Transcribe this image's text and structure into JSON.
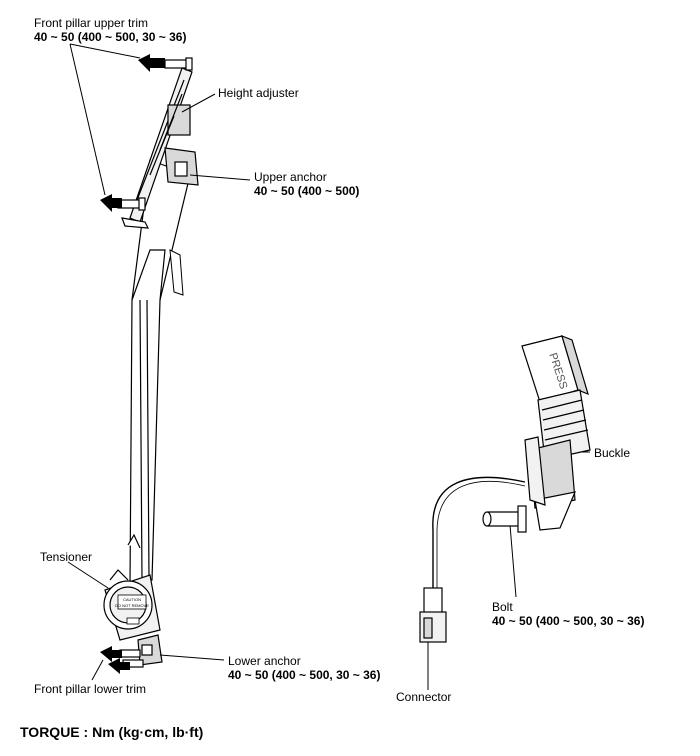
{
  "labels": {
    "front_pillar_upper_trim": {
      "name": "Front pillar upper trim",
      "spec": "40 ~ 50 (400 ~ 500, 30 ~ 36)"
    },
    "height_adjuster": {
      "name": "Height adjuster"
    },
    "upper_anchor": {
      "name": "Upper anchor",
      "spec": "40 ~ 50 (400 ~ 500)"
    },
    "tensioner": {
      "name": "Tensioner"
    },
    "lower_anchor": {
      "name": "Lower anchor",
      "spec": "40 ~ 50 (400 ~ 500, 30 ~ 36)"
    },
    "front_pillar_lower_trim": {
      "name": "Front pillar lower trim"
    },
    "buckle": {
      "name": "Buckle"
    },
    "bolt": {
      "name": "Bolt",
      "spec": "40 ~ 50 (400 ~ 500, 30 ~ 36)"
    },
    "connector": {
      "name": "Connector"
    },
    "buckle_press": "PRESS",
    "tensioner_text": [
      "CAUTION",
      "DO NOT REMOVE"
    ]
  },
  "footer": {
    "torque": "TORQUE : Nm (kg·cm, lb·ft)"
  },
  "colors": {
    "line": "#000000",
    "fill_light": "#f2f2f2",
    "fill_mid": "#d9d9d9",
    "background": "#ffffff"
  }
}
